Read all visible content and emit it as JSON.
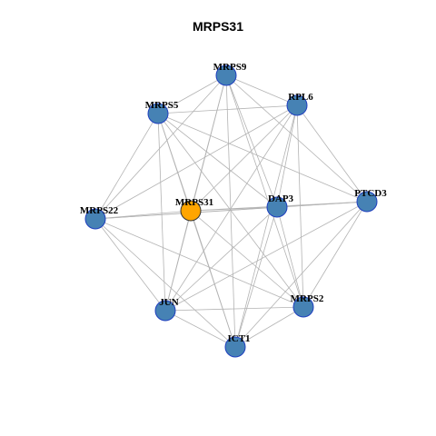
{
  "title": "MRPS31",
  "colors": {
    "edge": "#b3b3b3",
    "node_default": "#4682b4",
    "node_default_stroke": "#1f3fbf",
    "node_focus": "#ffa500",
    "node_focus_stroke": "#333333"
  },
  "nodes": [
    {
      "id": "MRPS9",
      "label": "MRPS9",
      "focus": false
    },
    {
      "id": "RPL6",
      "label": "RPL6",
      "focus": false
    },
    {
      "id": "MRPS5",
      "label": "MRPS5",
      "focus": false
    },
    {
      "id": "PTCD3",
      "label": "PTCD3",
      "focus": false
    },
    {
      "id": "MRPS22",
      "label": "MRPS22",
      "focus": false
    },
    {
      "id": "MRPS31",
      "label": "MRPS31",
      "focus": true
    },
    {
      "id": "DAP3",
      "label": "DAP3",
      "focus": false
    },
    {
      "id": "MRPS2",
      "label": "MRPS2",
      "focus": false
    },
    {
      "id": "JUN",
      "label": "JUN",
      "focus": false
    },
    {
      "id": "ICT1",
      "label": "ICT1",
      "focus": false
    }
  ],
  "edges": [
    [
      "MRPS9",
      "RPL6"
    ],
    [
      "MRPS9",
      "MRPS5"
    ],
    [
      "MRPS9",
      "PTCD3"
    ],
    [
      "MRPS9",
      "MRPS22"
    ],
    [
      "MRPS9",
      "MRPS31"
    ],
    [
      "MRPS9",
      "DAP3"
    ],
    [
      "MRPS9",
      "MRPS2"
    ],
    [
      "MRPS9",
      "JUN"
    ],
    [
      "MRPS9",
      "ICT1"
    ],
    [
      "RPL6",
      "MRPS5"
    ],
    [
      "RPL6",
      "PTCD3"
    ],
    [
      "RPL6",
      "MRPS22"
    ],
    [
      "RPL6",
      "MRPS31"
    ],
    [
      "RPL6",
      "DAP3"
    ],
    [
      "RPL6",
      "MRPS2"
    ],
    [
      "RPL6",
      "JUN"
    ],
    [
      "RPL6",
      "ICT1"
    ],
    [
      "MRPS5",
      "PTCD3"
    ],
    [
      "MRPS5",
      "MRPS22"
    ],
    [
      "MRPS5",
      "MRPS31"
    ],
    [
      "MRPS5",
      "DAP3"
    ],
    [
      "MRPS5",
      "MRPS2"
    ],
    [
      "MRPS5",
      "JUN"
    ],
    [
      "MRPS5",
      "ICT1"
    ],
    [
      "PTCD3",
      "MRPS22"
    ],
    [
      "PTCD3",
      "MRPS31"
    ],
    [
      "PTCD3",
      "DAP3"
    ],
    [
      "PTCD3",
      "MRPS2"
    ],
    [
      "PTCD3",
      "JUN"
    ],
    [
      "PTCD3",
      "ICT1"
    ],
    [
      "MRPS22",
      "MRPS31"
    ],
    [
      "MRPS22",
      "DAP3"
    ],
    [
      "MRPS22",
      "MRPS2"
    ],
    [
      "MRPS22",
      "JUN"
    ],
    [
      "MRPS22",
      "ICT1"
    ],
    [
      "MRPS31",
      "DAP3"
    ],
    [
      "MRPS31",
      "MRPS2"
    ],
    [
      "MRPS31",
      "JUN"
    ],
    [
      "MRPS31",
      "ICT1"
    ],
    [
      "DAP3",
      "MRPS2"
    ],
    [
      "DAP3",
      "JUN"
    ],
    [
      "DAP3",
      "ICT1"
    ],
    [
      "MRPS2",
      "JUN"
    ],
    [
      "MRPS2",
      "ICT1"
    ],
    [
      "JUN",
      "ICT1"
    ]
  ]
}
